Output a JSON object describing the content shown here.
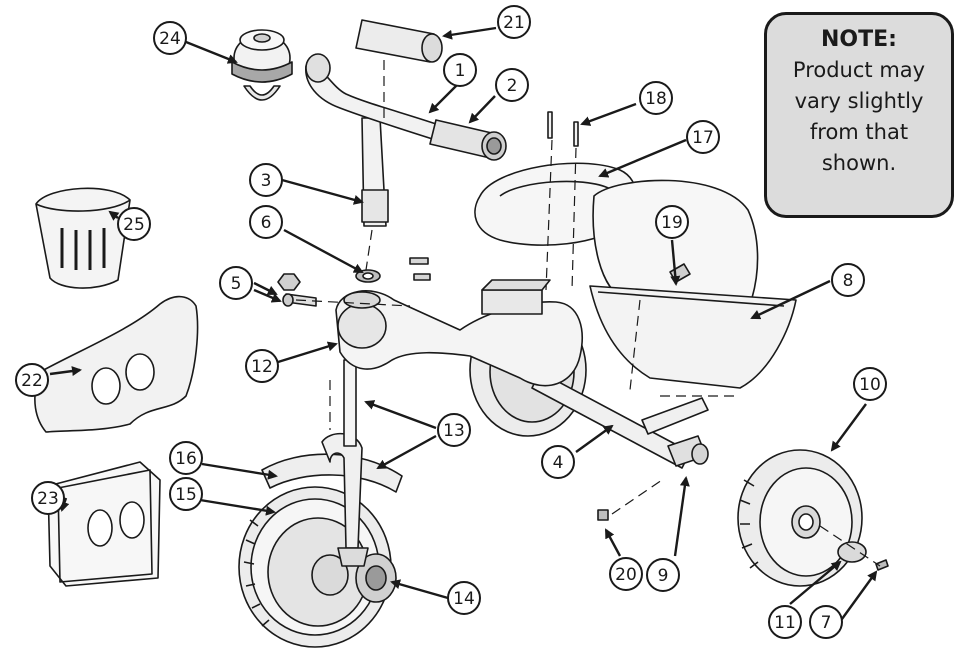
{
  "note": {
    "title": "NOTE:",
    "lines": [
      "Product may",
      "vary slightly",
      "from that",
      "shown."
    ]
  },
  "callouts": [
    "1",
    "2",
    "3",
    "4",
    "5",
    "6",
    "7",
    "8",
    "9",
    "10",
    "11",
    "12",
    "13",
    "14",
    "15",
    "16",
    "17",
    "18",
    "19",
    "20",
    "21",
    "22",
    "23",
    "24",
    "25"
  ],
  "parts": [
    "handlebar",
    "right-grip",
    "handlebar-stem",
    "rear-axle",
    "stem-nut-bolt",
    "washer",
    "axle-cap-screw",
    "rear-basket",
    "axle-end-cap",
    "rear-wheel",
    "hub-washer",
    "frame",
    "front-fork",
    "front-hub-cap",
    "front-wheel",
    "front-fender",
    "seat",
    "seat-screws",
    "seat-clip",
    "rear-screw",
    "left-grip",
    "wing-plate",
    "stencil-plate",
    "bell",
    "front-basket"
  ]
}
